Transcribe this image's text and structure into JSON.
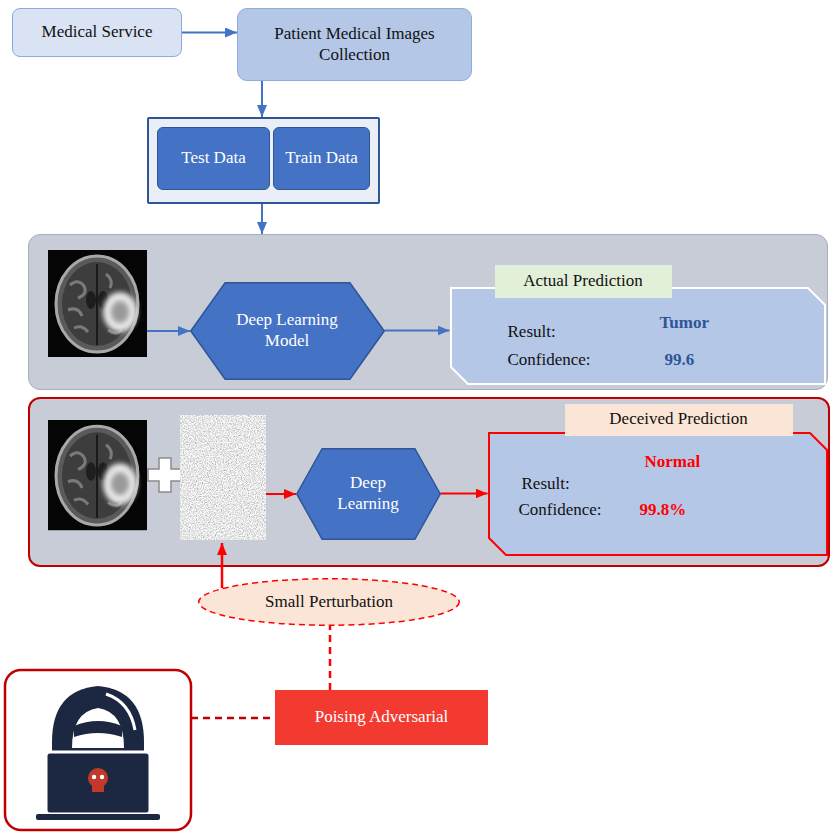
{
  "diagram": {
    "nodes": [
      {
        "text": [
          "Medical Service"
        ]
      },
      {
        "text": [
          "Patient Medical Images Collection"
        ]
      },
      {
        "text": []
      },
      {
        "text": [
          "Test Data"
        ],
        "in": 2
      },
      {
        "text": [
          "Train Data"
        ],
        "in": 2
      },
      {
        "text": []
      },
      {
        "text": [
          "Deep Learning Model"
        ],
        "in": 5
      },
      {
        "text": [
          "Actual Prediction"
        ],
        "in": 5
      },
      {
        "text": [
          "Result:",
          "Tumor",
          "Confidence:",
          "99.6"
        ],
        "in": 5
      },
      {
        "text": []
      },
      {
        "text": [
          "Deep Learning"
        ],
        "in": 9
      },
      {
        "text": [
          "Deceived Prediction"
        ],
        "in": 9
      },
      {
        "text": [
          "Result:",
          "Normal",
          "Confidence:",
          "99.8%"
        ],
        "in": 9
      },
      {
        "text": [
          "Small Perturbation"
        ]
      },
      {
        "text": [
          "Poising Adversarial"
        ]
      }
    ],
    "edges": [
      {
        "from": 0,
        "to": 1,
        "arrow": "to"
      },
      {
        "from": 1,
        "to": 2,
        "arrow": "to"
      },
      {
        "from": 2,
        "to": 5,
        "arrow": "to"
      },
      {
        "from": 6,
        "to": 8,
        "arrow": "to"
      },
      {
        "from": 10,
        "to": 12,
        "arrow": "to"
      },
      {
        "from": 14,
        "to": 13,
        "arrow": "none"
      }
    ]
  }
}
